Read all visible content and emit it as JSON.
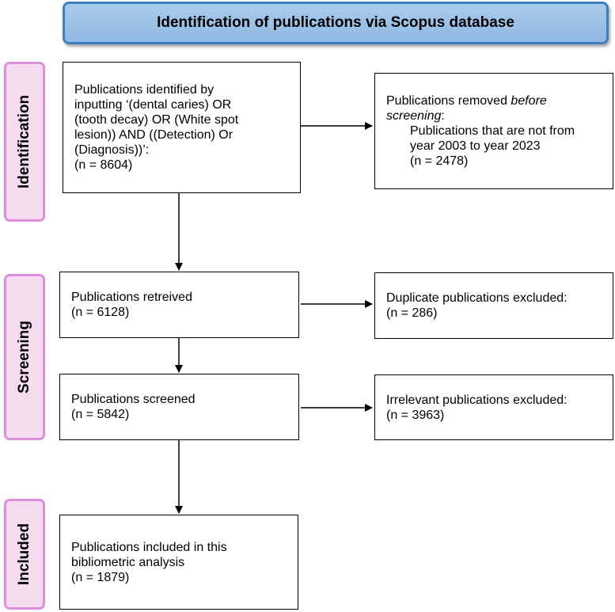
{
  "header": {
    "title": "Identification of publications via Scopus database"
  },
  "stages": {
    "identification": "Identification",
    "screening": "Screening",
    "included": "Included"
  },
  "boxes": {
    "identified": {
      "lines": [
        "Publications identified by",
        "inputting ‘(dental caries) OR",
        "(tooth decay) OR (White spot",
        "lesion)) AND ((Detection) Or",
        "(Diagnosis))’:",
        "(n = 8604)"
      ]
    },
    "removed": {
      "line1": "Publications removed",
      "line1_italic": "before",
      "line2_italic": "screening",
      "line2_rest": ":",
      "indent_lines": [
        "Publications that are not from",
        "year 2003 to year 2023",
        "(n = 2478)"
      ]
    },
    "retrieved": {
      "lines": [
        "Publications retreived",
        "(n = 6128)"
      ]
    },
    "duplicates": {
      "lines": [
        "Duplicate publications excluded:",
        "(n = 286)"
      ]
    },
    "screened": {
      "lines": [
        "Publications screened",
        "(n = 5842)"
      ]
    },
    "irrelevant": {
      "lines": [
        "Irrelevant publications excluded:",
        "(n = 3963)"
      ]
    },
    "included": {
      "lines": [
        "Publications included in this",
        "bibliometric analysis",
        "(n = 1879)"
      ]
    }
  }
}
